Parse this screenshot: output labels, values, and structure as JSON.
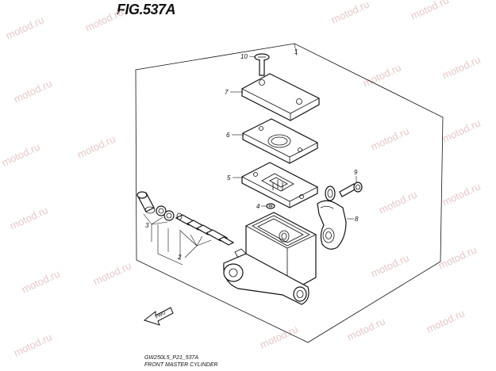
{
  "title": "FIG.537A",
  "footer": {
    "code": "GW250L5_P21_537A",
    "caption": "FRONT MASTER CYLINDER"
  },
  "watermark": "motod.ru",
  "direction_label": "FWD",
  "callouts": {
    "c1": "1",
    "c2": "2",
    "c3": "3",
    "c4": "4",
    "c5": "5",
    "c6": "6",
    "c7": "7",
    "c8": "8",
    "c9": "9",
    "c10": "10"
  }
}
